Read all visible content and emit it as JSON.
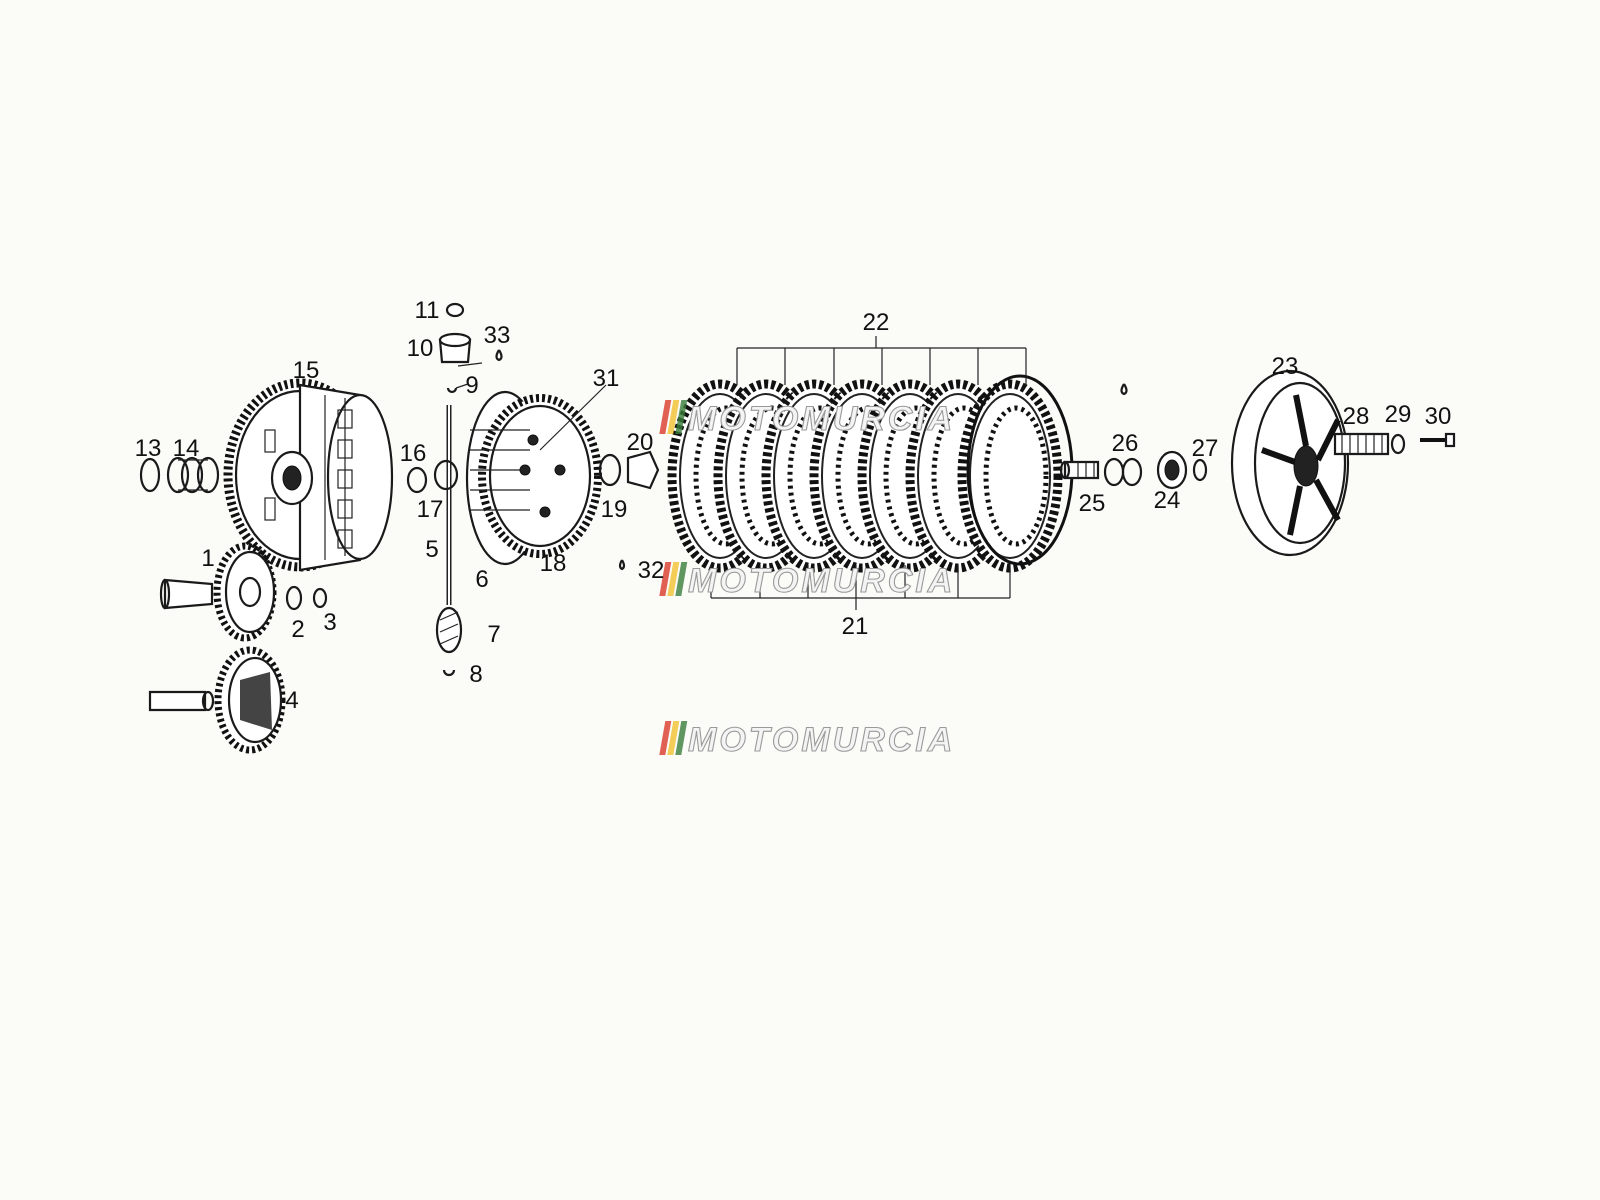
{
  "diagram": {
    "callouts": [
      "1",
      "2",
      "3",
      "4",
      "5",
      "6",
      "7",
      "8",
      "9",
      "10",
      "11",
      "13",
      "14",
      "15",
      "16",
      "17",
      "18",
      "19",
      "20",
      "21",
      "22",
      "23",
      "24",
      "25",
      "26",
      "27",
      "28",
      "29",
      "30",
      "31",
      "32",
      "33"
    ]
  },
  "watermark": {
    "text": "MOTOMURCIA",
    "stripe_colors": [
      "#d93a2b",
      "#f2c230",
      "#3a7d3a"
    ]
  }
}
